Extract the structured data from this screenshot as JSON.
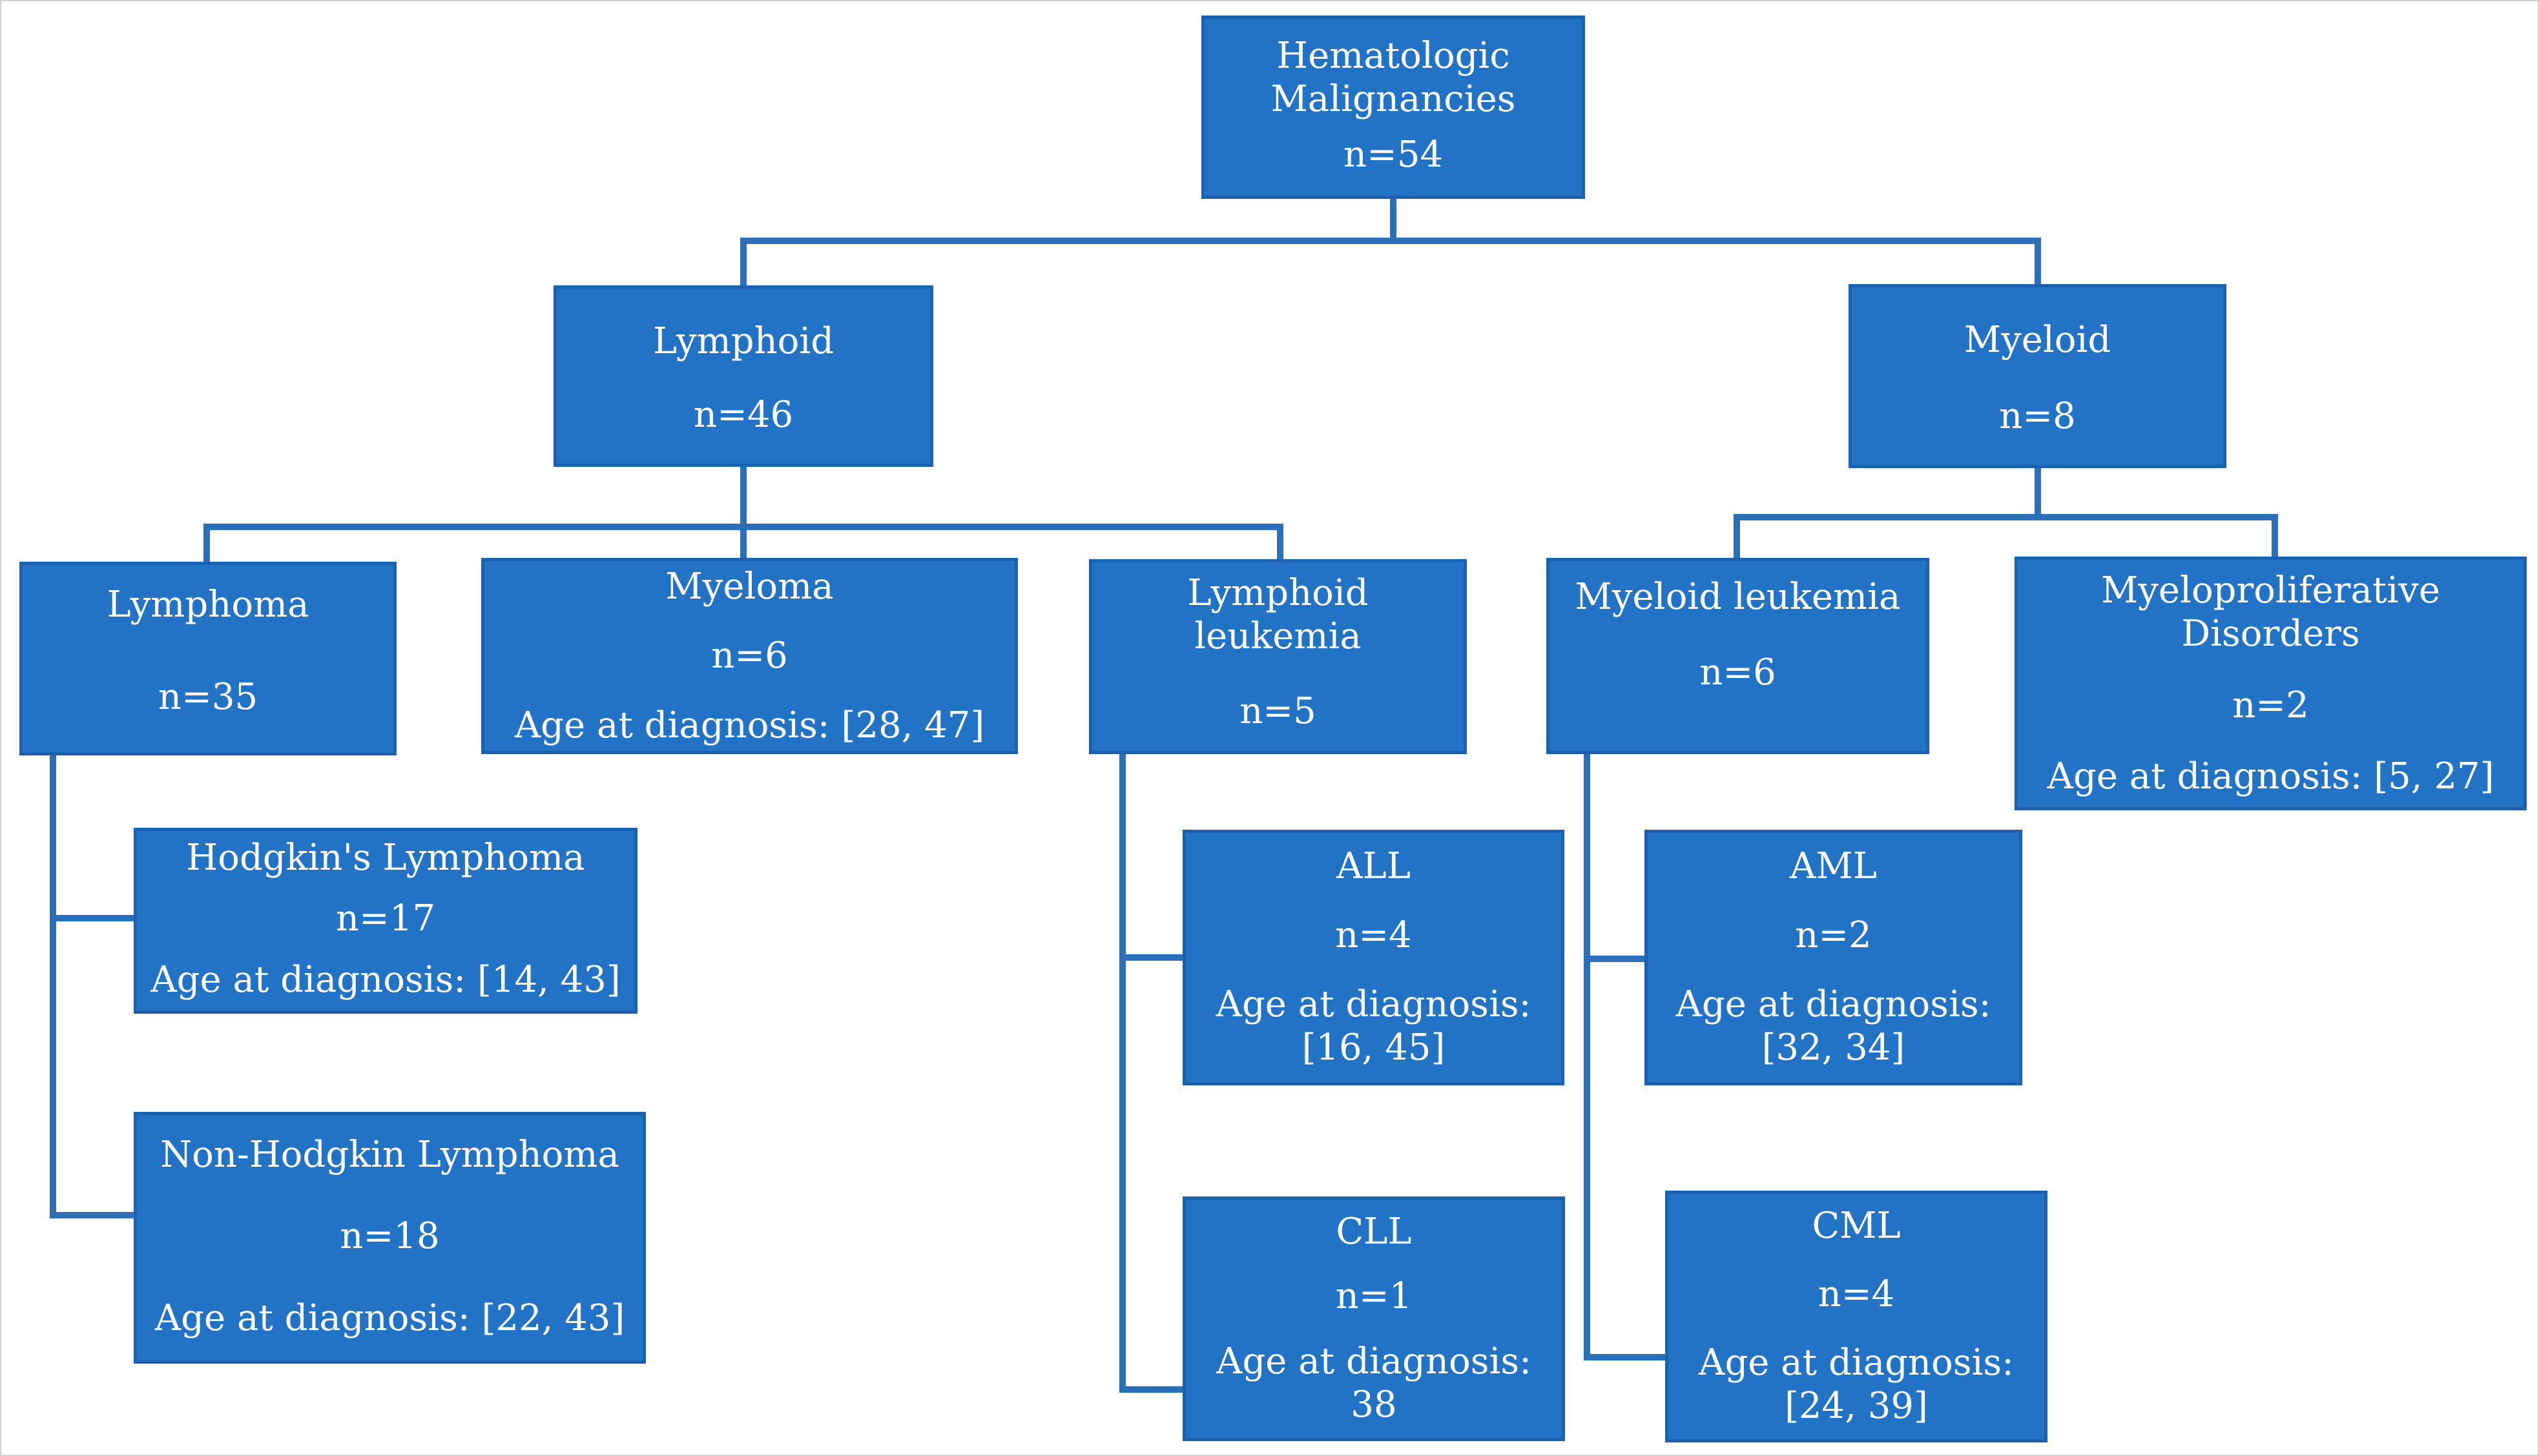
{
  "diagram_title": "Hematologic Malignancies flow diagram",
  "colors": {
    "box_fill": "#2272C6",
    "box_border": "#1C61AD",
    "connector": "#2B6FB8",
    "text": "#FFFFFF",
    "background": "#FFFFFF"
  },
  "nodes": {
    "root": {
      "label1": "Hematologic",
      "label2": "Malignancies",
      "n": "n=54"
    },
    "lymphoid": {
      "label": "Lymphoid",
      "n": "n=46"
    },
    "myeloid": {
      "label": "Myeloid",
      "n": "n=8"
    },
    "lymphoma": {
      "label": "Lymphoma",
      "n": "n=35"
    },
    "myeloma": {
      "label": "Myeloma",
      "n": "n=6",
      "age": "Age at diagnosis: [28, 47]"
    },
    "lymphoid_leukemia": {
      "label1": "Lymphoid",
      "label2": "leukemia",
      "n": "n=5"
    },
    "myeloid_leukemia": {
      "label": "Myeloid leukemia",
      "n": "n=6"
    },
    "mpd": {
      "label1": "Myeloproliferative",
      "label2": "Disorders",
      "n": "n=2",
      "age": "Age at diagnosis: [5, 27]"
    },
    "hodgkin": {
      "label": "Hodgkin's Lymphoma",
      "n": "n=17",
      "age": "Age at diagnosis: [14, 43]"
    },
    "non_hodgkin": {
      "label": "Non-Hodgkin Lymphoma",
      "n": "n=18",
      "age": "Age at diagnosis: [22, 43]"
    },
    "all": {
      "label": "ALL",
      "n": "n=4",
      "age_label": "Age at diagnosis:",
      "age_value": "[16, 45]"
    },
    "cll": {
      "label": "CLL",
      "n": "n=1",
      "age_label": "Age at diagnosis:",
      "age_value": "38"
    },
    "aml": {
      "label": "AML",
      "n": "n=2",
      "age_label": "Age at diagnosis:",
      "age_value": "[32, 34]"
    },
    "cml": {
      "label": "CML",
      "n": "n=4",
      "age_label": "Age at diagnosis:",
      "age_value": "[24, 39]"
    }
  },
  "edges": [
    [
      "root",
      "lymphoid"
    ],
    [
      "root",
      "myeloid"
    ],
    [
      "lymphoid",
      "lymphoma"
    ],
    [
      "lymphoid",
      "myeloma"
    ],
    [
      "lymphoid",
      "lymphoid_leukemia"
    ],
    [
      "myeloid",
      "myeloid_leukemia"
    ],
    [
      "myeloid",
      "mpd"
    ],
    [
      "lymphoma",
      "hodgkin"
    ],
    [
      "lymphoma",
      "non_hodgkin"
    ],
    [
      "lymphoid_leukemia",
      "all"
    ],
    [
      "lymphoid_leukemia",
      "cll"
    ],
    [
      "myeloid_leukemia",
      "aml"
    ],
    [
      "myeloid_leukemia",
      "cml"
    ]
  ]
}
